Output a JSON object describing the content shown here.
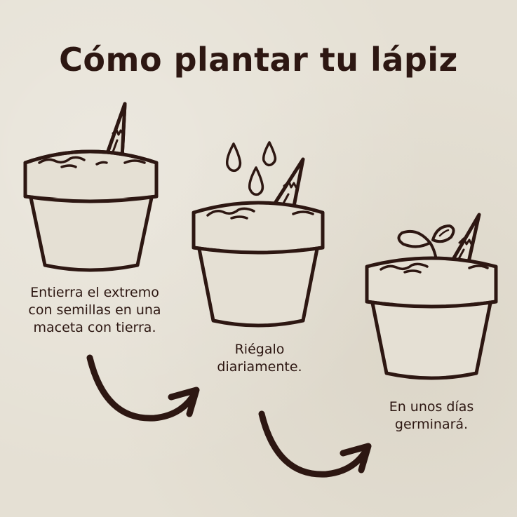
{
  "title": "Cómo plantar tu lápiz",
  "colors": {
    "background": "#e5e0d4",
    "ink": "#2d1712"
  },
  "steps": [
    {
      "illustration": "pot-with-pencil-icon",
      "caption_lines": [
        "Entierra el extremo",
        "con semillas en una",
        "maceta con tierra."
      ]
    },
    {
      "illustration": "pot-with-pencil-and-water-drops-icon",
      "caption_lines": [
        "Riégalo",
        "diariamente."
      ]
    },
    {
      "illustration": "pot-with-pencil-and-sprout-icon",
      "caption_lines": [
        "En unos días",
        "germinará."
      ]
    }
  ],
  "arrows": [
    "curved-arrow-icon",
    "curved-arrow-icon"
  ]
}
